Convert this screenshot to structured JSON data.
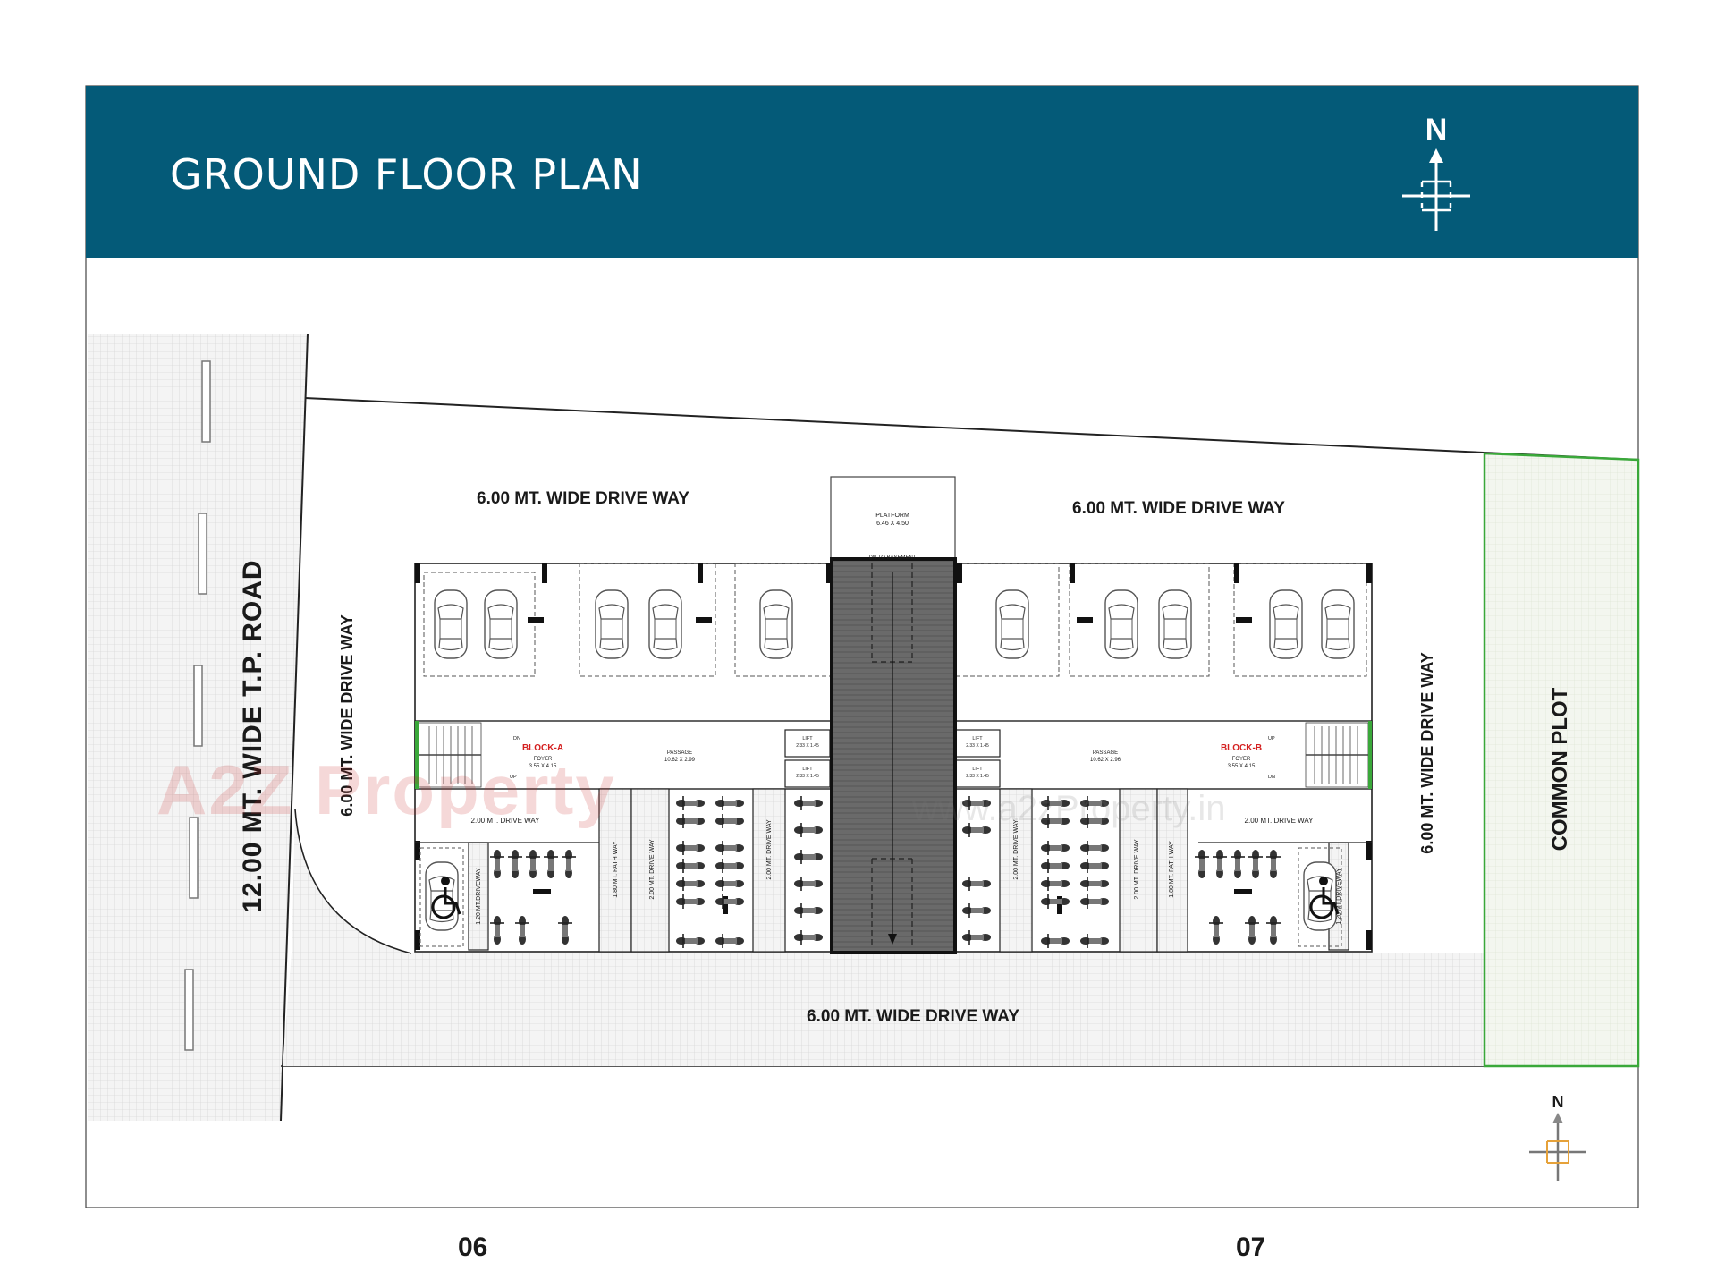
{
  "header": {
    "title": "GROUND FLOOR PLAN",
    "north_label": "N",
    "bg_color": "#045a78"
  },
  "road": {
    "label": "12.00 MT. WIDE T.P. ROAD"
  },
  "driveways": {
    "north_west": "6.00 MT. WIDE DRIVE WAY",
    "north_east": "6.00 MT. WIDE DRIVE WAY",
    "west": "6.00 MT. WIDE DRIVE WAY",
    "east": "6.00 MT. WIDE DRIVE WAY",
    "south": "6.00 MT. WIDE DRIVE WAY"
  },
  "common_plot": {
    "label": "COMMON PLOT",
    "color": "#3aa83a"
  },
  "platform": {
    "label": "PLATFORM",
    "size": "6.46 X 4.50",
    "ramp_label": "DN TO BASEMENT"
  },
  "block_a": {
    "name": "BLOCK-A",
    "foyer": "FOYER",
    "foyer_size": "3.55 X 4.15",
    "passage": "PASSAGE",
    "passage_size": "10.62 X 2.99",
    "lift": "LIFT",
    "lift_size": "2.33 X 1.45",
    "stair_dn": "DN",
    "stair_up": "UP"
  },
  "block_b": {
    "name": "BLOCK-B",
    "foyer": "FOYER",
    "foyer_size": "3.55 X 4.15",
    "passage": "PASSAGE",
    "passage_size": "10.62 X 2.96",
    "lift": "LIFT",
    "lift_size": "2.33 X 1.45",
    "stair_dn": "DN",
    "stair_up": "UP"
  },
  "internal_ways": {
    "drive_2": "2.00 MT. DRIVE WAY",
    "path_180": "1.80 MT. PATH WAY",
    "drive_120": "1.20 MT.DRIVEWAY"
  },
  "block_color": "#d41f1f",
  "watermark": {
    "brand": "A2Z Property",
    "site": "www.a2zProperty.in"
  },
  "page_numbers": {
    "left": "06",
    "right": "07"
  }
}
